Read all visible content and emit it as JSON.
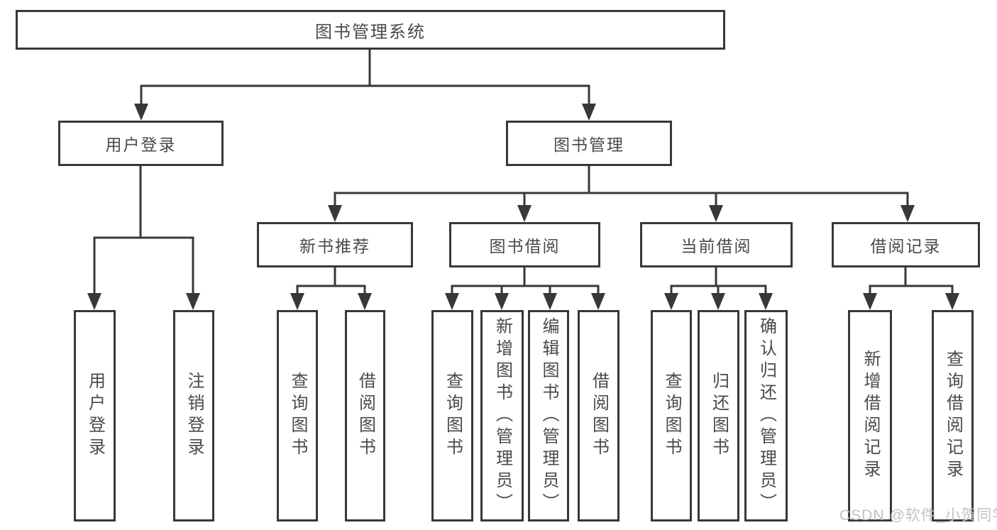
{
  "diagram": {
    "root": "图书管理系统",
    "level2": [
      "用户登录",
      "图书管理"
    ],
    "level3": [
      "新书推荐",
      "图书借阅",
      "当前借阅",
      "借阅记录"
    ],
    "leaves": {
      "user_login": [
        "用户登录",
        "注销登录"
      ],
      "new_book": [
        "查询图书",
        "借阅图书"
      ],
      "book_borrow": [
        "查询图书",
        "新增图书（管理员）",
        "编辑图书（管理员）",
        "借阅图书"
      ],
      "current_borrow": [
        "查询图书",
        "归还图书",
        "确认归还（管理员）"
      ],
      "borrow_record": [
        "新增借阅记录",
        "查询借阅记录"
      ]
    }
  },
  "watermark": "CSDN @软件_小贺同学",
  "colors": {
    "line": "#383838",
    "text": "#4a4a4a",
    "watermark": "#c2c2c2",
    "background": "#ffffff"
  }
}
